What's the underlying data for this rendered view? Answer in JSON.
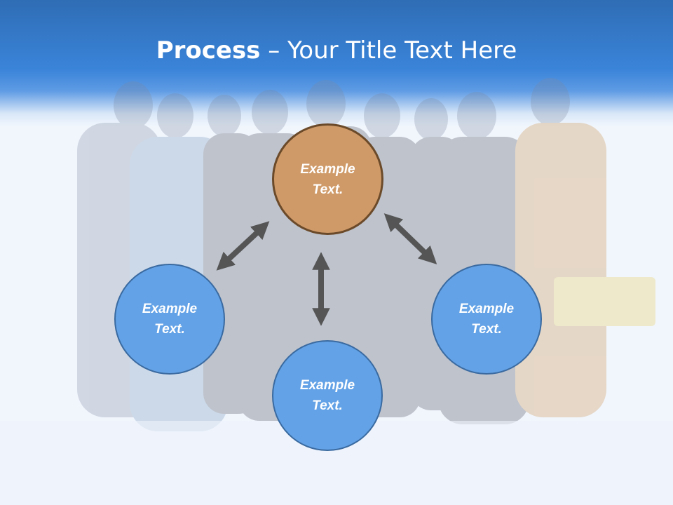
{
  "header": {
    "title_bold": "Process",
    "title_rest": " – Your Title Text Here"
  },
  "diagram": {
    "nodes": [
      {
        "id": "top",
        "line1": "Example",
        "line2": "Text."
      },
      {
        "id": "left",
        "line1": "Example",
        "line2": "Text."
      },
      {
        "id": "right",
        "line1": "Example",
        "line2": "Text."
      },
      {
        "id": "bottom",
        "line1": "Example",
        "line2": "Text."
      }
    ],
    "colors": {
      "top_fill": "#cf9a68",
      "blue_fill": "#63a2e6",
      "arrow": "#555555",
      "header": "#3a84d9"
    }
  }
}
